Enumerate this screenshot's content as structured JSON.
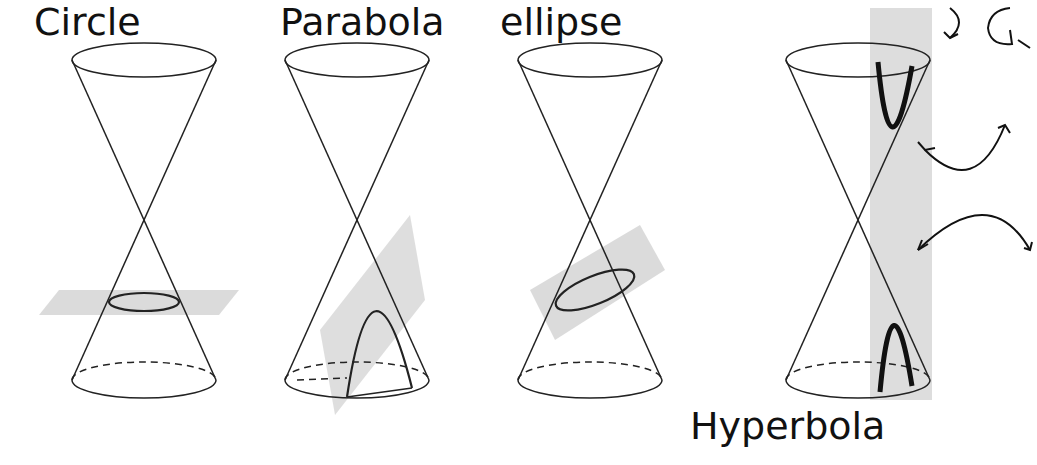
{
  "diagram": {
    "labels": [
      "Circle",
      "Parabola",
      "ellipse",
      "Hyperbola"
    ]
  }
}
